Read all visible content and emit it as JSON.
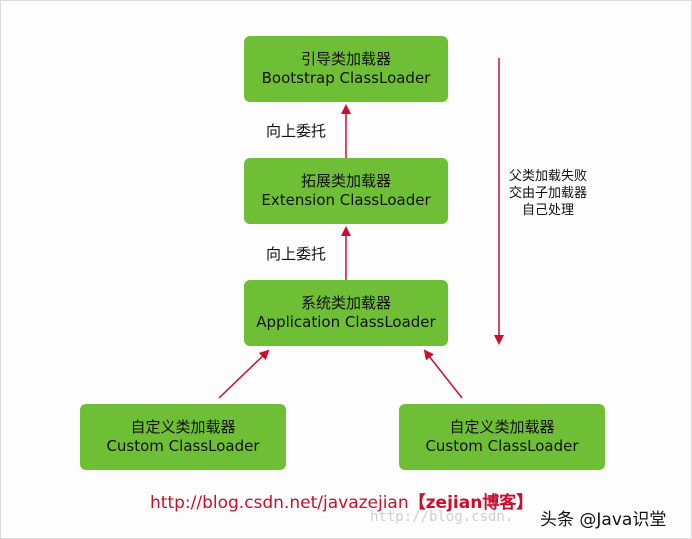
{
  "nodes": {
    "bootstrap": {
      "zh": "引导类加载器",
      "en": "Bootstrap ClassLoader"
    },
    "extension": {
      "zh": "拓展类加载器",
      "en": "Extension ClassLoader"
    },
    "application": {
      "zh": "系统类加载器",
      "en": "Application ClassLoader"
    },
    "custom_left": {
      "zh": "自定义类加载器",
      "en": "Custom ClassLoader"
    },
    "custom_right": {
      "zh": "自定义类加载器",
      "en": "Custom ClassLoader"
    }
  },
  "edge_labels": {
    "ext_to_boot": "向上委托",
    "app_to_ext": "向上委托"
  },
  "side_note": {
    "line1": "父类加载失败",
    "line2": "交由子加载器",
    "line3": "自己处理"
  },
  "credit": {
    "url": "http://blog.csdn.net/javazejian",
    "tag": "【zejian博客】"
  },
  "watermark": "http://blog.csdn.",
  "brand": "头条 @Java识堂",
  "colors": {
    "box": "#6ebf36",
    "arrow": "#c8102e",
    "credit": "#c8102e"
  }
}
